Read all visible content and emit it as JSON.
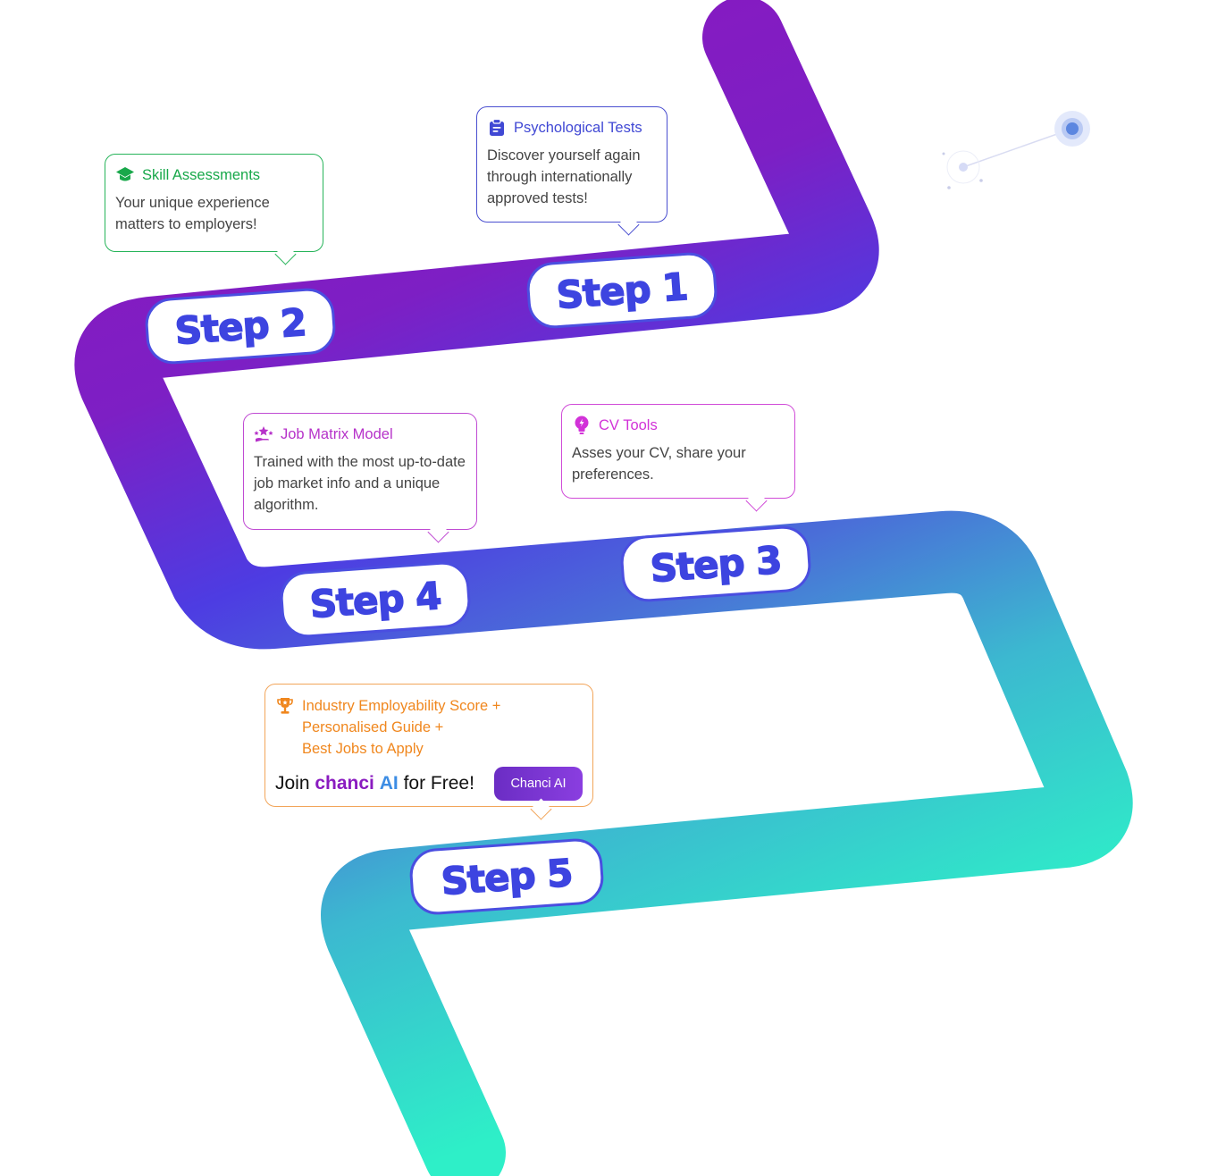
{
  "steps": [
    {
      "label": "Step 1"
    },
    {
      "label": "Step 2"
    },
    {
      "label": "Step 3"
    },
    {
      "label": "Step 4"
    },
    {
      "label": "Step 5"
    }
  ],
  "cards": {
    "psych": {
      "title": "Psychological Tests",
      "icon": "clipboard-icon",
      "body": "Discover yourself again through internationally approved tests!"
    },
    "skill": {
      "title": "Skill Assessments",
      "icon": "graduation-cap-icon",
      "body": "Your unique experience matters to employers!"
    },
    "job": {
      "title": "Job Matrix Model",
      "icon": "stars-hand-icon",
      "body": "Trained with the most up-to-date job market info and a unique algorithm."
    },
    "cv": {
      "title": "CV Tools",
      "icon": "lightbulb-icon",
      "body": "Asses your CV, share your preferences."
    },
    "final": {
      "icon": "trophy-icon",
      "line1": "Industry Employability Score +",
      "line2": "Personalised Guide +",
      "line3": "Best Jobs to Apply",
      "join_prefix": "Join ",
      "brand_name": "chanci",
      "brand_ai": "AI",
      "join_suffix": " for Free!",
      "button_label": "Chanci AI"
    }
  },
  "colors": {
    "road_purple": "#8e16be",
    "road_indigo": "#4a3fe0",
    "road_teal": "#2ee8c8",
    "step_text": "#3d44e0",
    "green": "#18a84a",
    "blue": "#4048d4",
    "magenta": "#b632c9",
    "pink": "#d232d8",
    "orange": "#f0871e"
  }
}
